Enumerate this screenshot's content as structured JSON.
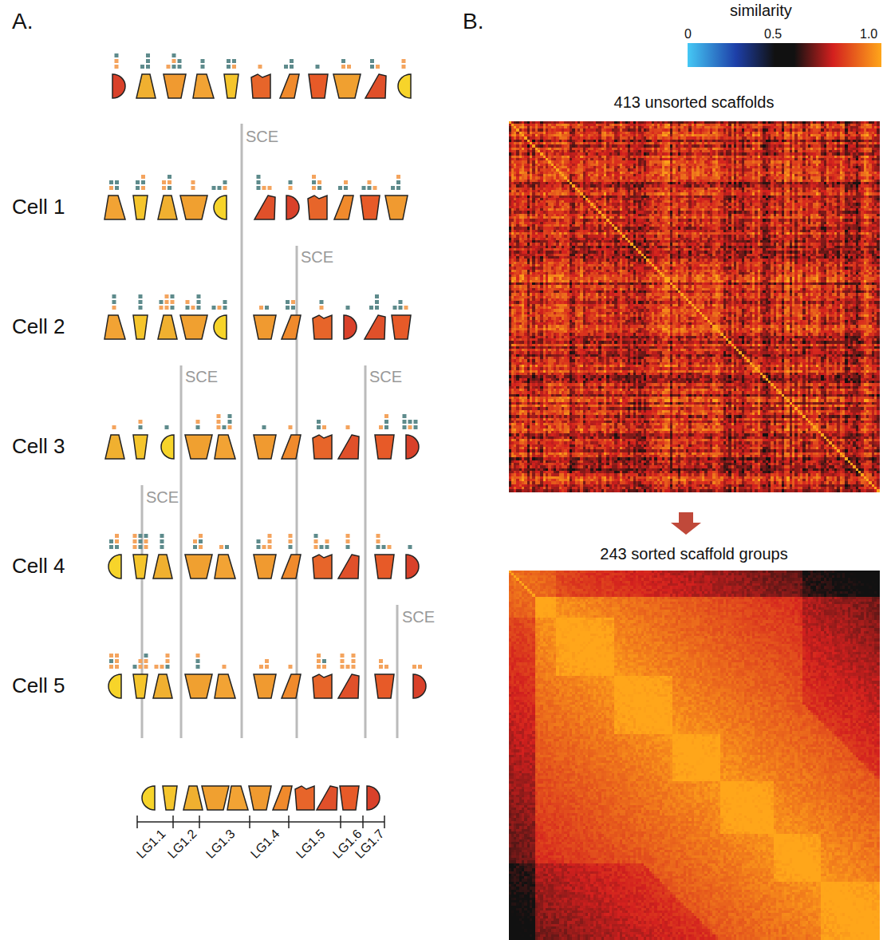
{
  "diagram": {
    "labels": [
      "A.",
      "B.",
      "similarity",
      "0",
      "0.5",
      "1.0",
      "SCE",
      "SCE",
      "SCE",
      "SCE",
      "SCE",
      "SCE",
      "Cell 1",
      "Cell 2",
      "Cell 3",
      "Cell 4",
      "Cell 5",
      "413 unsorted scaffolds",
      "243 sorted scaffold groups",
      "LG1.1",
      "LG1.2",
      "LG1.3",
      "LG1.4",
      "LG1.5",
      "LG1.6",
      "LG1.7"
    ]
  }
}
